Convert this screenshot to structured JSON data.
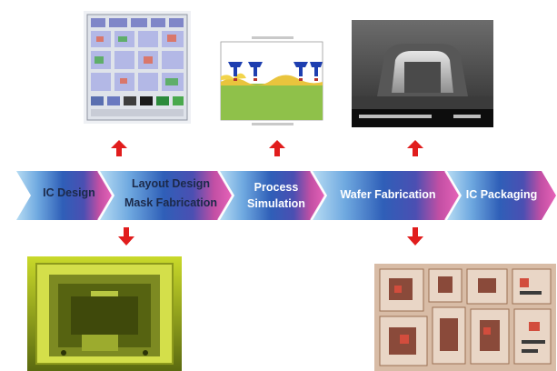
{
  "flow": {
    "stages": [
      {
        "id": "ic-design",
        "lines": [
          "IC Design"
        ]
      },
      {
        "id": "layout-mask",
        "lines": [
          "Layout Design",
          "Mask Fabrication"
        ]
      },
      {
        "id": "process-sim",
        "lines": [
          "Process",
          "Simulation"
        ]
      },
      {
        "id": "wafer-fab",
        "lines": [
          "Wafer Fabrication"
        ]
      },
      {
        "id": "ic-packaging",
        "lines": [
          "IC Packaging"
        ]
      }
    ],
    "gradient": [
      "#b7dcf3",
      "#6fa9e0",
      "#2f5fb8",
      "#4b4fb2",
      "#c24fa4",
      "#e763b8"
    ]
  },
  "arrows": {
    "color": "#e11d1d"
  },
  "images": {
    "layout_design": {
      "icon": "chip-layout-thumbnail"
    },
    "process_simulation": {
      "icon": "process-simulation-plot"
    },
    "wafer_sem": {
      "icon": "sem-micrograph"
    },
    "mask_fabrication": {
      "icon": "mask-equipment-photo"
    },
    "ic_package": {
      "icon": "packaged-ic-die-photo"
    }
  }
}
